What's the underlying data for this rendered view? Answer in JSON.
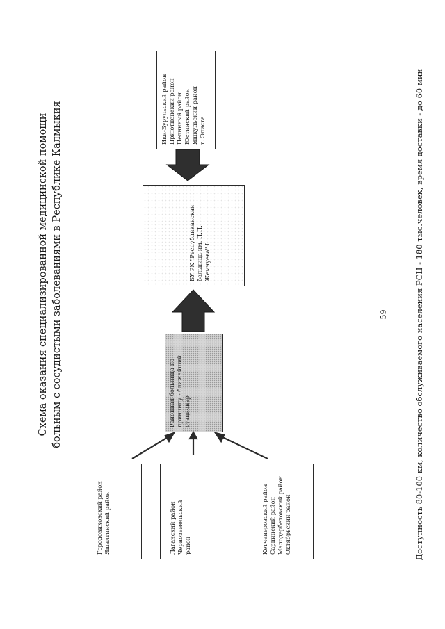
{
  "title": {
    "line1": "Схема оказания специализированной медицинской помощи",
    "line2": "больным с сосудистыми заболеваниями в Республике Калмыкия"
  },
  "boxes": {
    "source_districts": {
      "lines": [
        "Ики-Бурульский район",
        "Приютненский район",
        "Целинный район",
        "Юстинский район",
        "Яшкульский район",
        "г. Элиста"
      ]
    },
    "center": {
      "lines": [
        "БУ РК \"Республиканская",
        "больница им. П.П.",
        "Жемчуева\" I"
      ]
    },
    "district_hospital": {
      "lines": [
        "Районная больница по",
        "принципу - ближайший",
        "стационар"
      ]
    },
    "group1": {
      "lines": [
        "Городовиковский район",
        "Яшалтинский район"
      ]
    },
    "group2": {
      "lines": [
        "Лаганский район",
        "Черноземельский",
        "район"
      ]
    },
    "group3": {
      "lines": [
        "Кетченеровский район",
        "Сарпинский район",
        "Малодербетовский район",
        "Октябрьский район"
      ]
    }
  },
  "footer": "Доступность 80-100 км, количество обслуживаемого населения РСЦ - 180 тыс.человек, время доставки - до 60 мин",
  "page_number": "59"
}
